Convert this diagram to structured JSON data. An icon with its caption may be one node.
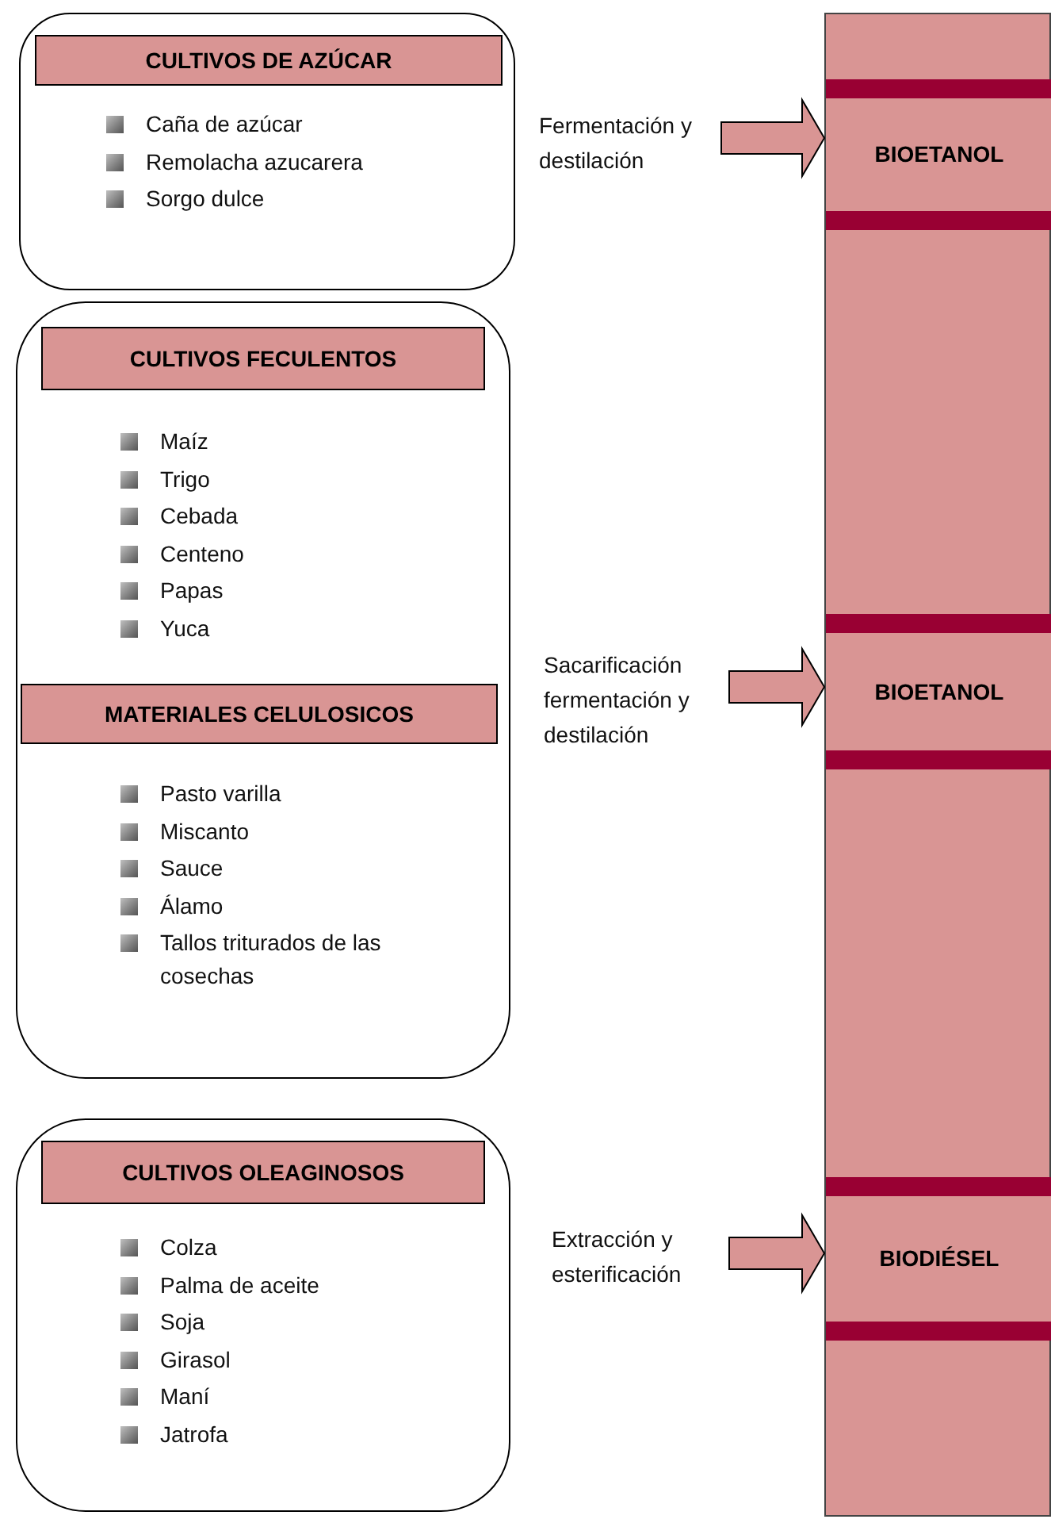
{
  "diagram": {
    "nodes": [
      {
        "text": [
          "Caña de azúcar",
          "Remolacha azucarera",
          "Sorgo dulce"
        ]
      },
      {
        "text": [
          "CULTIVOS DE AZÚCAR"
        ],
        "in": 0
      },
      {
        "text": [
          "Maíz",
          "Trigo",
          "Cebada",
          "Centeno",
          "Papas",
          "Yuca",
          "Pasto varilla",
          "Miscanto",
          "Sauce",
          "Álamo",
          "Tallos triturados de las cosechas"
        ]
      },
      {
        "text": [
          "CULTIVOS FECULENTOS"
        ],
        "in": 2
      },
      {
        "text": [
          "MATERIALES CELULOSICOS"
        ],
        "in": 2
      },
      {
        "text": [
          "Colza",
          "Palma de aceite",
          "Soja",
          "Girasol",
          "Maní",
          "Jatrofa"
        ]
      },
      {
        "text": [
          "CULTIVOS OLEAGINOSOS"
        ],
        "in": 5
      },
      {
        "text": [],
        "shape": "bar"
      },
      {
        "text": [
          "BIOETANOL"
        ],
        "in": 7
      },
      {
        "text": [
          "BIOETANOL"
        ],
        "in": 7
      },
      {
        "text": [
          "BIODIÉSEL"
        ],
        "in": 7
      }
    ],
    "edges": [
      {
        "from": null,
        "to": 8,
        "arrow": "to",
        "label": "Fermentación y destilación"
      },
      {
        "from": null,
        "to": 9,
        "arrow": "to",
        "label": "Sacarificación fermentación y destilación"
      },
      {
        "from": null,
        "to": 10,
        "arrow": "to",
        "label": "Extracción y esterificación"
      }
    ]
  }
}
